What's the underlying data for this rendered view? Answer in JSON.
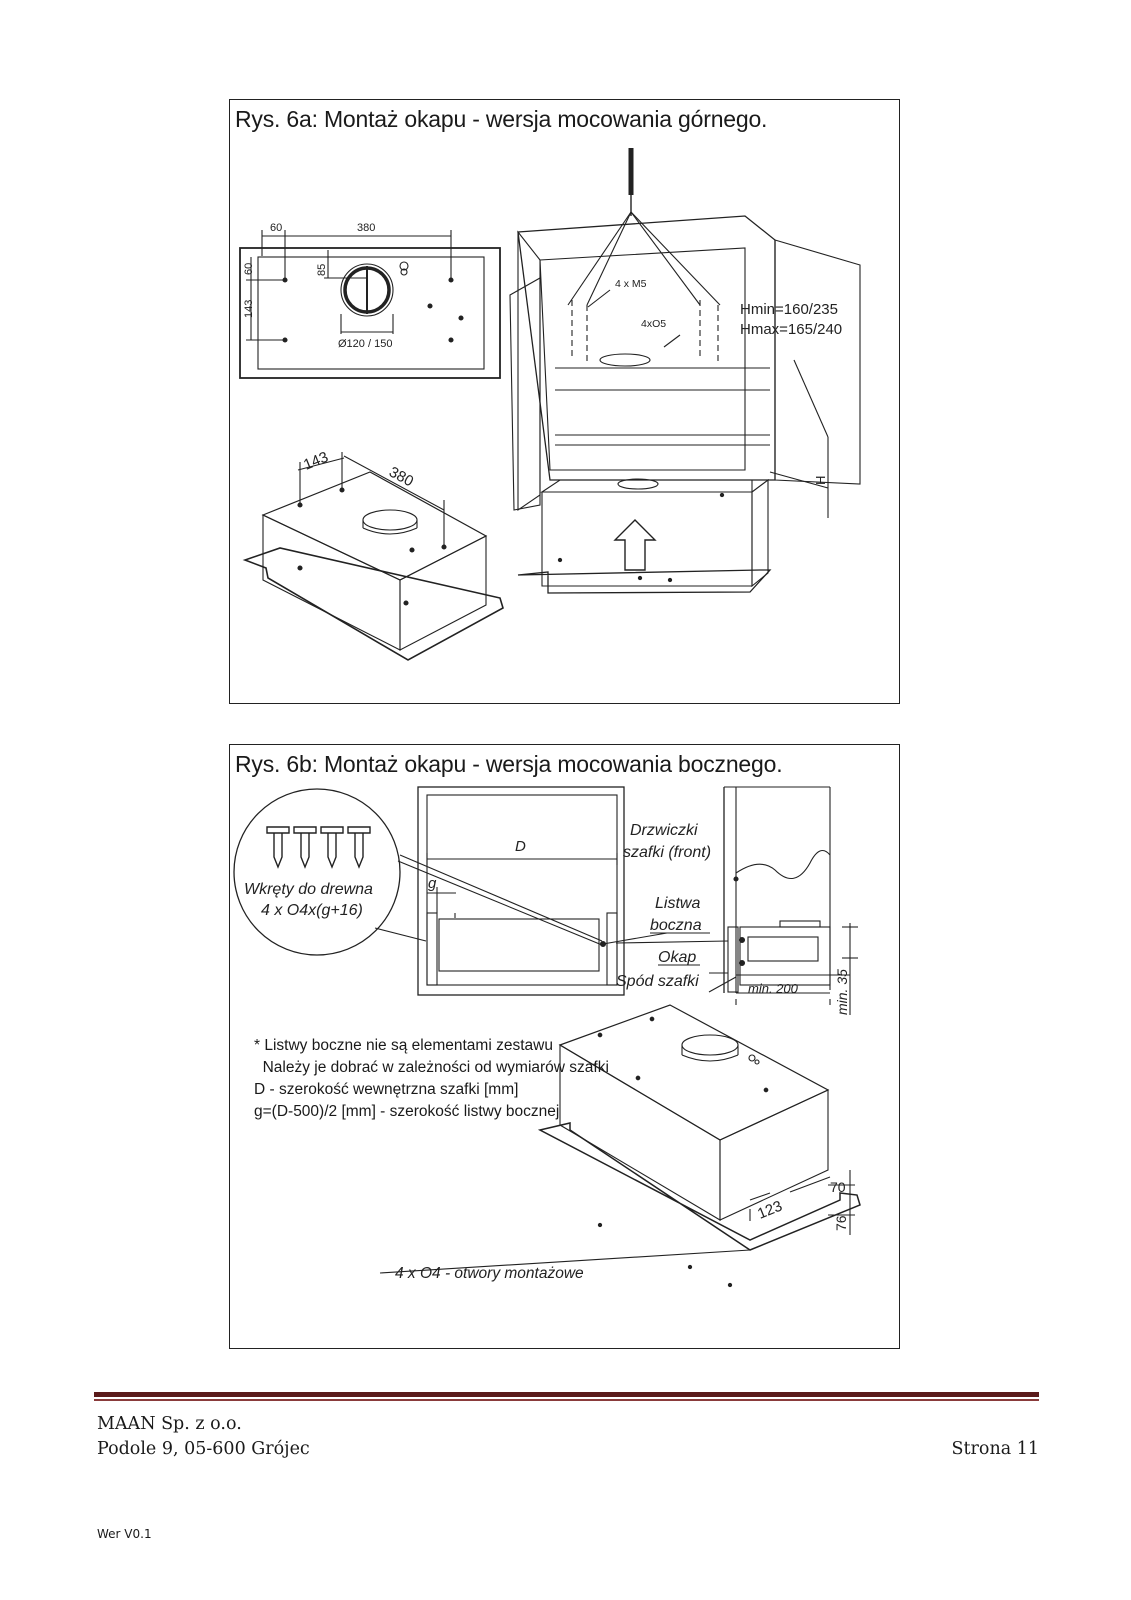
{
  "figure_a": {
    "title": "Rys. 6a: Montaż okapu - wersja mocowania górnego.",
    "dim_60_top": "60",
    "dim_380_top": "380",
    "dim_60_side": "60",
    "dim_85": "85",
    "dim_143_side": "143",
    "diameter": "Ø120 / 150",
    "iso_143": "143",
    "iso_380": "380",
    "screws_label": "4 x M5",
    "holes_label": "4xO5",
    "hmin": "Hmin=160/235",
    "hmax": "Hmax=165/240",
    "h_label": "H"
  },
  "figure_b": {
    "title": "Rys. 6b: Montaż okapu - wersja mocowania bocznego.",
    "d_label": "D",
    "g_label": "g",
    "screws_line1": "Wkręty do drewna",
    "screws_line2": "4 x O4x(g+16)",
    "door_line1": "Drzwiczki",
    "door_line2": "szafki (front)",
    "strip_line1": "Listwa",
    "strip_line2": "boczna",
    "hood_label": "Okap",
    "bottom_label": "Spód szafki",
    "min200": "min. 200",
    "min35": "min. 35",
    "notes": [
      "* Listwy boczne nie są elementami zestawu",
      "  Należy je dobrać w zależności od wymiarów szafki",
      "D - szerokość wewnętrzna szafki [mm]",
      "g=(D-500)/2 [mm] - szerokość listwy bocznej"
    ],
    "dim_70": "70",
    "dim_123": "123",
    "dim_76": "76",
    "holes_label": "4 x O4 - otwory montażowe"
  },
  "footer": {
    "company": "MAAN Sp. z o.o.",
    "address": "Podole 9, 05-600 Grójec",
    "page": "Strona 11",
    "version": "Wer V0.1"
  },
  "colors": {
    "rule_dark": "#5a1a1a",
    "rule_light": "#8a3b3b",
    "line": "#222222"
  }
}
